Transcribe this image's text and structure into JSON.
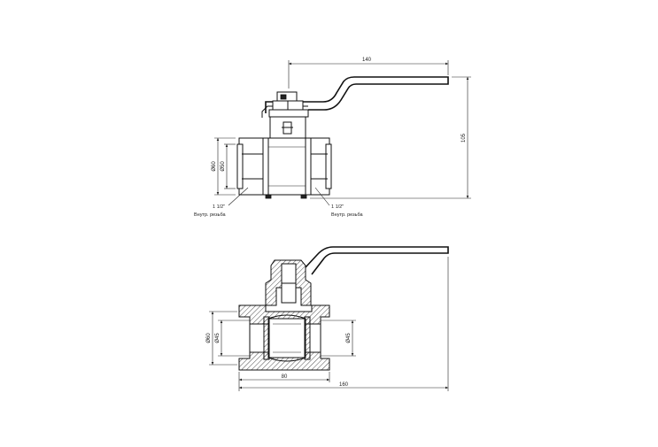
{
  "dimensions": {
    "handle_length": "140",
    "overall_height": "105",
    "outer_diameter_top": "Ø60",
    "inner_diameter_top": "Ø50",
    "outer_diameter_bottom": "Ø60",
    "bore_diameter_left": "Ø45",
    "bore_diameter_right": "Ø45",
    "half_length": "80",
    "overall_length": "160"
  },
  "callouts": {
    "left_thread_size": "1 1/2\"",
    "left_thread_type": "Внутр. резьба",
    "right_thread_size": "1 1/2\"",
    "right_thread_type": "Внутр. резьба"
  },
  "colors": {
    "line": "#111111",
    "background": "#ffffff"
  }
}
